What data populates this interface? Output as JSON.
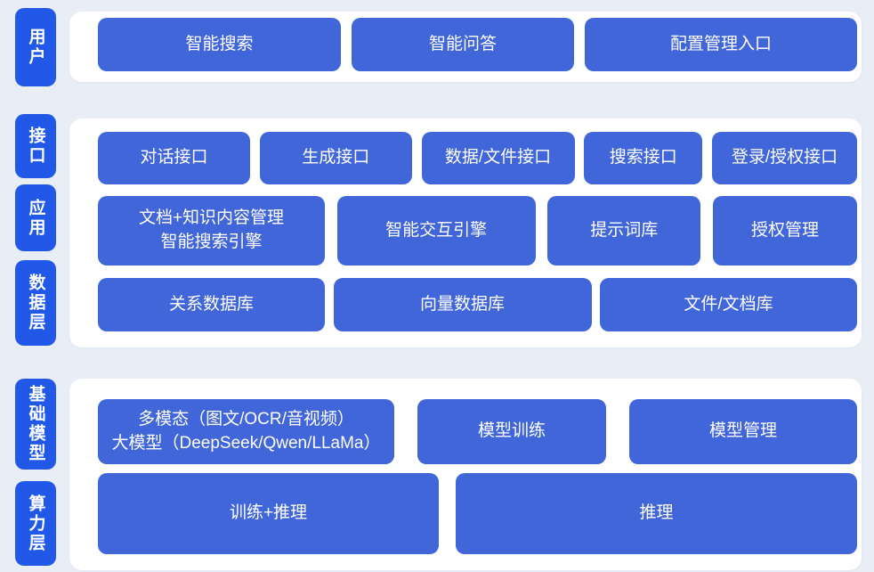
{
  "colors": {
    "background": "#e9eef6",
    "panel": "#ffffff",
    "layer_label_blue": "#2158e8",
    "node_blue": "#4166d9",
    "text": "#ffffff"
  },
  "sections": [
    {
      "name": "user",
      "labels": [
        {
          "text": "用户"
        }
      ],
      "rows": [
        {
          "buttons": [
            {
              "text": "智能搜索"
            },
            {
              "text": "智能问答"
            },
            {
              "text": "配置管理入口"
            }
          ]
        }
      ]
    },
    {
      "name": "interface-application-data",
      "labels": [
        {
          "text": "接口"
        },
        {
          "text": "应用"
        },
        {
          "text": "数据层"
        }
      ],
      "rows": [
        {
          "buttons": [
            {
              "text": "对话接口"
            },
            {
              "text": "生成接口"
            },
            {
              "text": "数据/文件接口"
            },
            {
              "text": "搜索接口"
            },
            {
              "text": "登录/授权接口"
            }
          ]
        },
        {
          "buttons": [
            {
              "text": "文档+知识内容管理\n智能搜索引擎"
            },
            {
              "text": "智能交互引擎"
            },
            {
              "text": "提示词库"
            },
            {
              "text": "授权管理"
            }
          ]
        },
        {
          "buttons": [
            {
              "text": "关系数据库"
            },
            {
              "text": "向量数据库"
            },
            {
              "text": "文件/文档库"
            }
          ]
        }
      ]
    },
    {
      "name": "foundation-compute",
      "labels": [
        {
          "text": "基础模型"
        },
        {
          "text": "算力层"
        }
      ],
      "rows": [
        {
          "buttons": [
            {
              "text": "多模态（图文/OCR/音视频）\n大模型（DeepSeek/Qwen/LLaMa）"
            },
            {
              "text": "模型训练"
            },
            {
              "text": "模型管理"
            }
          ]
        },
        {
          "buttons": [
            {
              "text": "训练+推理"
            },
            {
              "text": "推理"
            }
          ]
        }
      ]
    }
  ]
}
